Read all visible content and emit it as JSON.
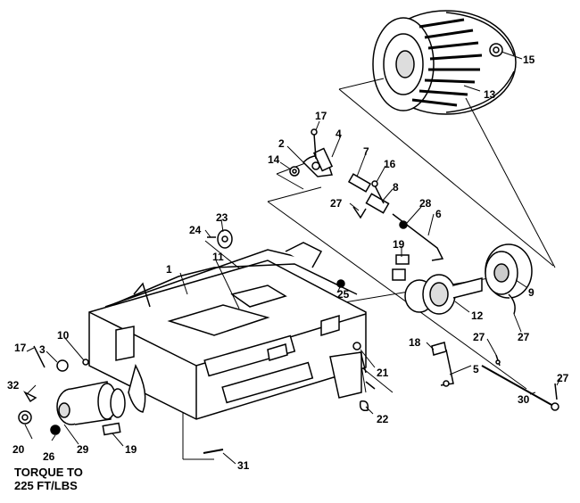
{
  "callouts": {
    "c1": "1",
    "c2": "2",
    "c3": "3",
    "c4": "4",
    "c5": "5",
    "c6": "6",
    "c7": "7",
    "c8": "8",
    "c9": "9",
    "c10": "10",
    "c11": "11",
    "c12": "12",
    "c13": "13",
    "c14": "14",
    "c15": "15",
    "c16": "16",
    "c17a": "17",
    "c17b": "17",
    "c18": "18",
    "c19a": "19",
    "c19b": "19",
    "c20": "20",
    "c21": "21",
    "c22": "22",
    "c23": "23",
    "c24": "24",
    "c25": "25",
    "c26": "26",
    "c27a": "27",
    "c27b": "27",
    "c27c": "27",
    "c27d": "27",
    "c28": "28",
    "c29": "29",
    "c30": "30",
    "c31": "31",
    "c32": "32"
  },
  "note": {
    "line1": "TORQUE TO",
    "line2": "225 FT/LBS"
  }
}
